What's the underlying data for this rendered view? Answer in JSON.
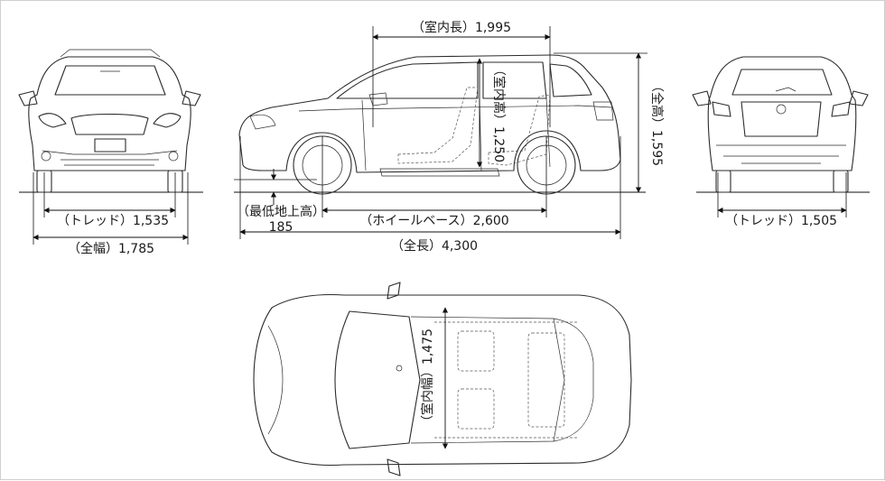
{
  "dimensions": {
    "front_tread": "（トレッド）1,535",
    "overall_width": "（全幅）1,785",
    "interior_length": "（室内長）1,995",
    "interior_height": "（室内高）1,250",
    "overall_height": "（全高）1,595",
    "ground_clearance_label": "（最低地上高）",
    "ground_clearance_value": "185",
    "wheelbase": "（ホイールベース）2,600",
    "overall_length": "（全長）4,300",
    "rear_tread": "（トレッド）1,505",
    "interior_width": "（室内幅）1,475"
  },
  "colors": {
    "line": "#2b2b2b",
    "border": "#cfcfcf",
    "background": "#ffffff"
  },
  "icons": [
    "arrowhead-icon"
  ]
}
